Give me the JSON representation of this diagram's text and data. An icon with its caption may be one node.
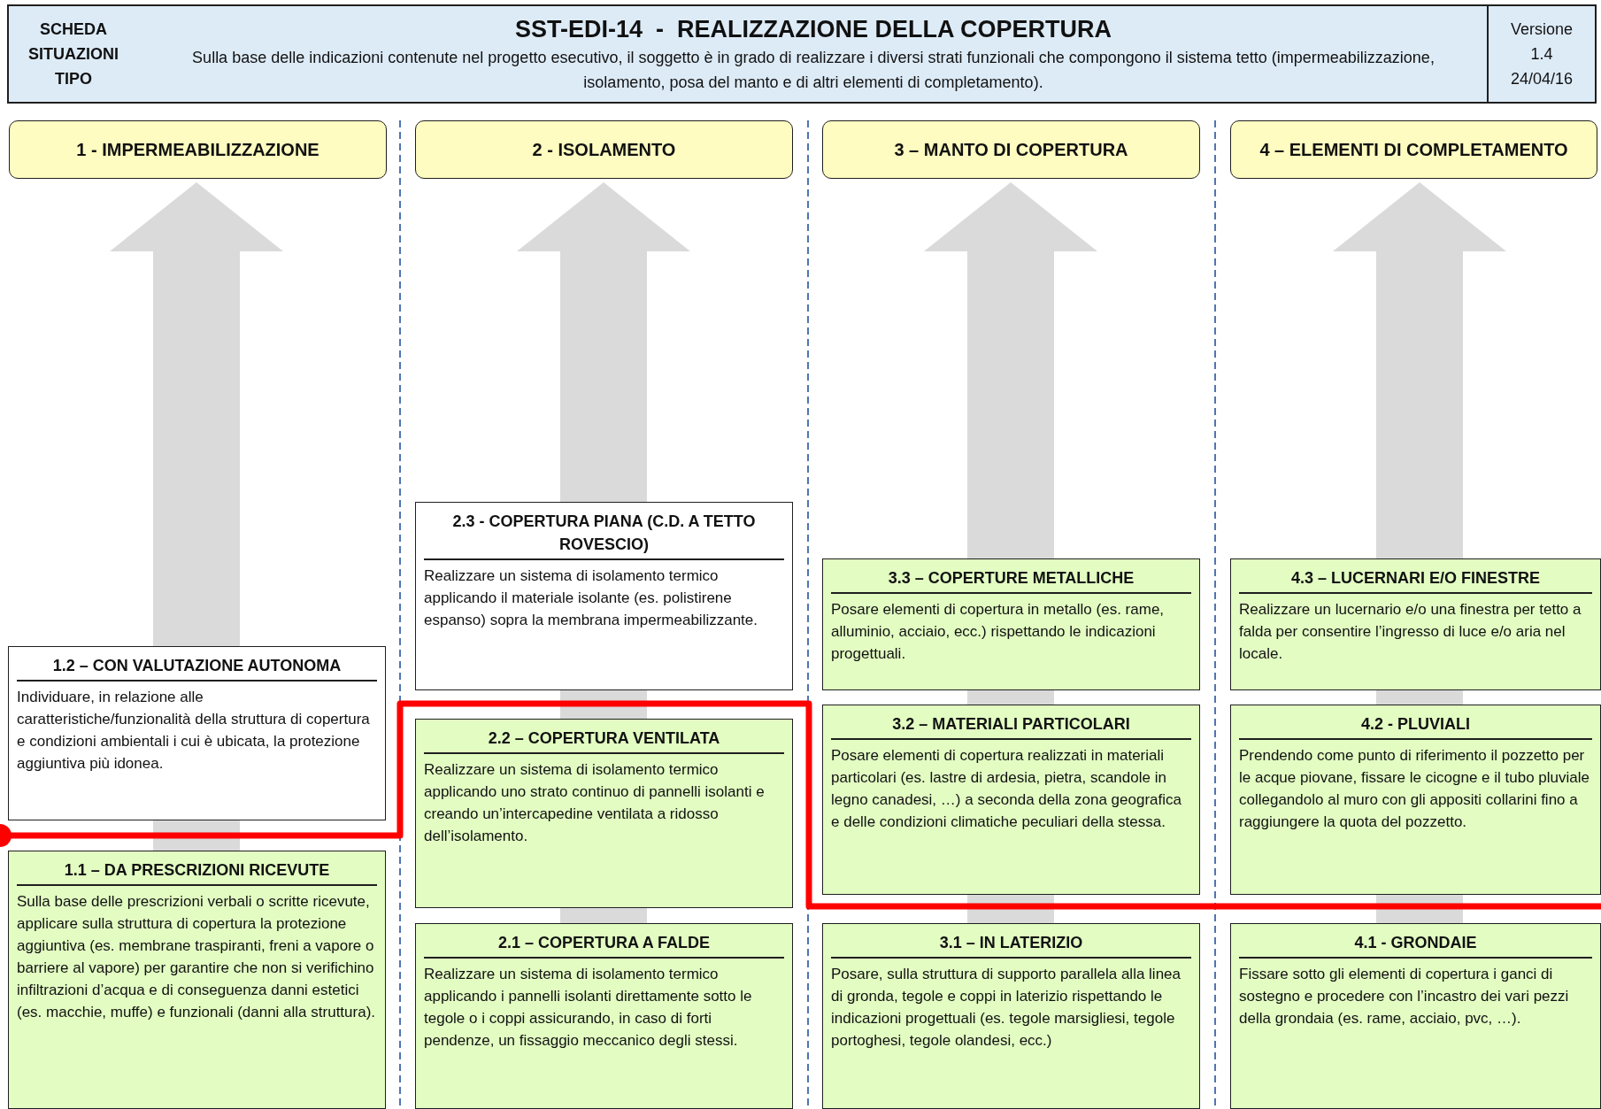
{
  "diagram": {
    "nodes": [
      {
        "text": [
          "SCHEDA SITUAZIONI TIPO"
        ]
      },
      {
        "text": [
          "SST-EDI-14  -  REALIZZAZIONE DELLA COPERTURA",
          "Sulla base delle indicazioni contenute nel progetto esecutivo, il soggetto è in grado di realizzare i diversi strati funzionali che compongono il sistema tetto (impermeabilizzazione, isolamento, posa del manto e di altri elementi di completamento)."
        ]
      },
      {
        "text": [
          "Versione",
          "1.4",
          "24/04/16"
        ]
      },
      {
        "text": [
          "1 - IMPERMEABILIZZAZIONE"
        ]
      },
      {
        "text": [
          "2 - ISOLAMENTO"
        ]
      },
      {
        "text": [
          "3 – MANTO DI COPERTURA"
        ]
      },
      {
        "text": [
          "4 – ELEMENTI DI COMPLETAMENTO"
        ]
      },
      {
        "text": [
          "1.2 – CON VALUTAZIONE AUTONOMA",
          "Individuare, in relazione alle caratteristiche/funzionalità della struttura di copertura e condizioni ambientali i cui è ubicata, la protezione aggiuntiva più idonea."
        ]
      },
      {
        "text": [
          "1.1 – DA PRESCRIZIONI RICEVUTE",
          "Sulla base delle prescrizioni verbali o scritte ricevute, applicare sulla struttura di copertura la protezione aggiuntiva (es. membrane traspiranti, freni a vapore o barriere al vapore) per garantire che non si verifichino infiltrazioni d’acqua e di conseguenza danni estetici (es. macchie, muffe) e funzionali (danni alla struttura)."
        ]
      },
      {
        "text": [
          "2.3 - COPERTURA PIANA (C.D. A TETTO ROVESCIO)",
          "Realizzare un sistema di isolamento termico applicando il materiale isolante (es. polistirene espanso) sopra la membrana impermeabilizzante."
        ]
      },
      {
        "text": [
          "2.2 – COPERTURA VENTILATA",
          "Realizzare un sistema di isolamento termico applicando uno strato continuo di pannelli isolanti e creando un’intercapedine ventilata a ridosso dell’isolamento."
        ]
      },
      {
        "text": [
          "2.1 – COPERTURA A FALDE",
          "Realizzare un sistema di isolamento termico applicando i pannelli isolanti direttamente sotto le tegole o i coppi assicurando, in caso di forti pendenze, un fissaggio meccanico degli stessi."
        ]
      },
      {
        "text": [
          "3.3 – COPERTURE METALLICHE",
          "Posare elementi di copertura in metallo (es. rame, alluminio, acciaio, ecc.) rispettando le indicazioni progettuali."
        ]
      },
      {
        "text": [
          "3.2 – MATERIALI PARTICOLARI",
          "Posare elementi di copertura realizzati in materiali particolari (es. lastre di ardesia, pietra, scandole in legno canadesi, …) a seconda della zona geografica e delle condizioni climatiche peculiari della stessa."
        ]
      },
      {
        "text": [
          "3.1 – IN LATERIZIO",
          "Posare, sulla struttura di supporto parallela alla linea di gronda, tegole e coppi in laterizio rispettando le indicazioni progettuali (es. tegole marsigliesi, tegole portoghesi, tegole olandesi, ecc.)"
        ]
      },
      {
        "text": [
          "4.3 – LUCERNARI E/O FINESTRE",
          "Realizzare un lucernario e/o una finestra per tetto a falda per consentire l’ingresso di luce e/o aria nel locale."
        ]
      },
      {
        "text": [
          "4.2 - PLUVIALI",
          "Prendendo come punto di riferimento il pozzetto per le acque piovane, fissare le cicogne e il tubo pluviale collegandolo al muro con gli appositi collarini fino a raggiungere la quota del pozzetto."
        ]
      },
      {
        "text": [
          "4.1 - GRONDAIE",
          "Fissare sotto gli elementi di copertura i ganci di sostegno e procedere con l’incastro dei vari pezzi della grondaia (es. rame, acciaio, pvc, …)."
        ]
      }
    ]
  }
}
